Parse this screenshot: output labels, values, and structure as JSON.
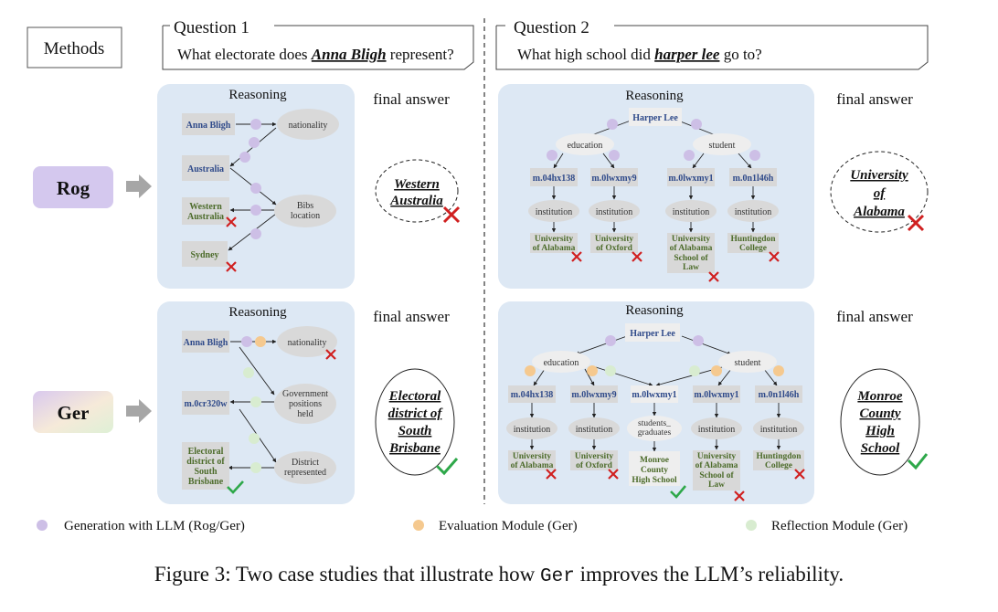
{
  "header": {
    "methods_label": "Methods",
    "q1_title": "Question 1",
    "q1_text_pre": "What electorate does ",
    "q1_entity": "Anna Bligh",
    "q1_text_post": " represent?",
    "q2_title": "Question 2",
    "q2_text_pre": "What high school did ",
    "q2_entity": "harper lee",
    "q2_text_post": " go to?"
  },
  "methods": {
    "rog": "Rog",
    "ger": "Ger"
  },
  "panel_title": "Reasoning",
  "final_answer_label": "final answer",
  "q1_rog": {
    "entities": [
      "Anna Bligh",
      "Australia",
      "Western Australia",
      "Sydney"
    ],
    "relations": [
      "nationality",
      "Bibs location"
    ],
    "answer_lines": [
      "Western",
      "Australia"
    ]
  },
  "q1_ger": {
    "entities": [
      "Anna Bligh",
      "m.0cr320w",
      "Electoral district of South Brisbane"
    ],
    "relations": [
      "nationality",
      "Government positions held",
      "District represented"
    ],
    "answer_lines": [
      "Electoral",
      "district of",
      "South",
      "Brisbane"
    ]
  },
  "q2_rog": {
    "root": "Harper Lee",
    "relations": [
      "education",
      "student"
    ],
    "mids": [
      "m.04hx138",
      "m.0lwxmy9",
      "m.0lwxmy1",
      "m.0n1l46h"
    ],
    "mid_relation": "institution",
    "leaves": [
      "University of Alabama",
      "University of Oxford",
      "University of Alabama School of Law",
      "Huntingdon College"
    ],
    "answer_lines": [
      "University",
      "of",
      "Alabama"
    ]
  },
  "q2_ger": {
    "root": "Harper Lee",
    "relations": [
      "education",
      "student"
    ],
    "mids": [
      "m.04hx138",
      "m.0lwxmy9",
      "m.0lwxmy1",
      "m.0lwxmy1",
      "m.0n1l46h"
    ],
    "mid_relations": [
      "institution",
      "institution",
      "students_ graduates",
      "institution",
      "institution"
    ],
    "leaves": [
      "University of Alabama",
      "University of Oxford",
      "Monroe County High School",
      "University of Alabama School of Law",
      "Huntingdon College"
    ],
    "answer_lines": [
      "Monroe",
      "County",
      "High",
      "School"
    ]
  },
  "legend": {
    "generation": "Generation with LLM (Rog/Ger)",
    "evaluation": "Evaluation Module (Ger)",
    "reflection": "Reflection Module (Ger)"
  },
  "caption": {
    "pre": "Figure 3: Two case studies that illustrate how ",
    "code": "Ger",
    "post": " improves the LLM’s reliability."
  },
  "colors": {
    "panel": "#dde8f4",
    "entity_box": "#d8d8d8",
    "relation_ellipse": "#d9d9d9",
    "entity_text": "#2f4a8a",
    "leaf_text": "#4c6b2a",
    "generation_dot": "#cdbfe6",
    "evaluation_dot": "#f5c98f",
    "reflection_dot": "#d8ecd0",
    "cross": "#d02020",
    "check": "#2ea84a"
  }
}
